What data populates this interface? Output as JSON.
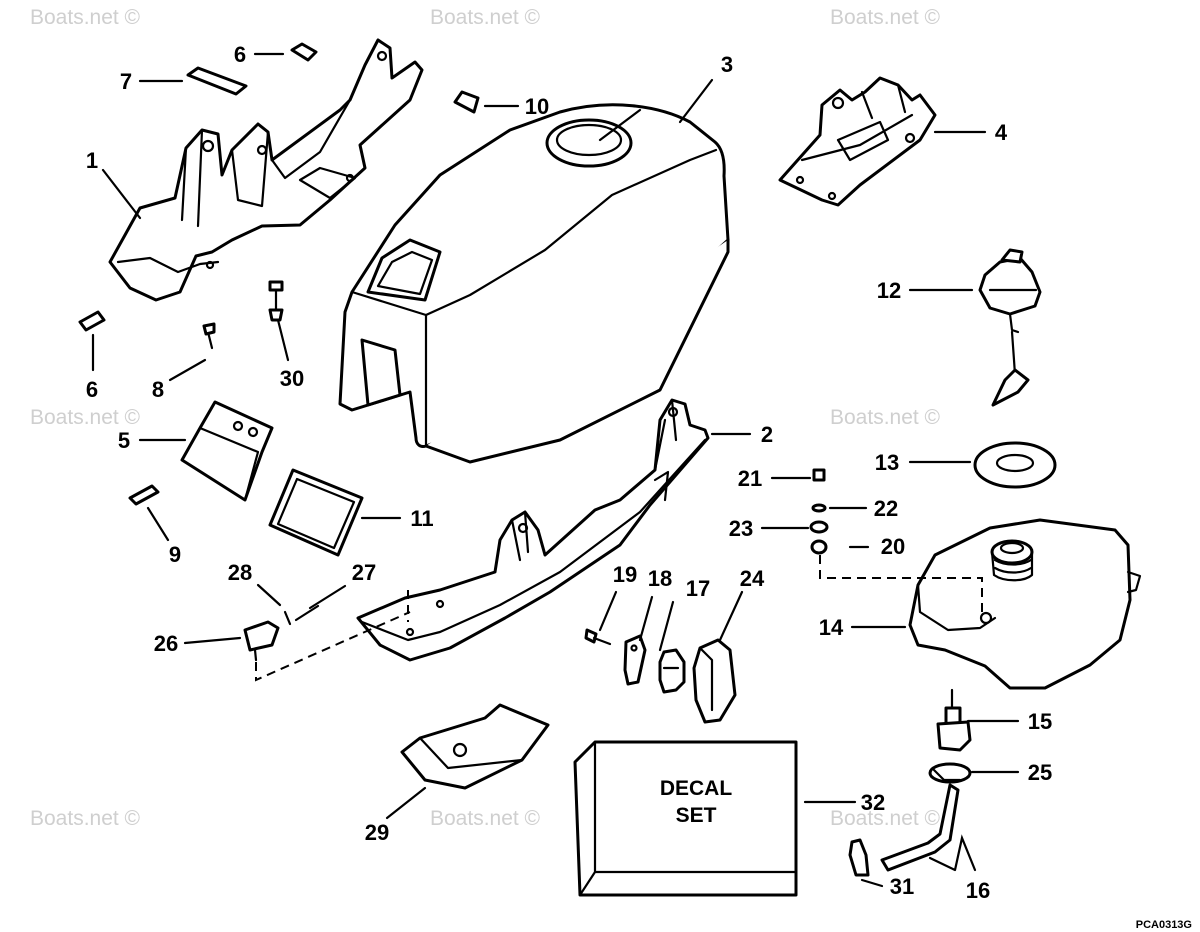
{
  "diagram": {
    "watermark": "Boats.net ©",
    "drawing_code": "PCA0313G",
    "decal_box": {
      "line1": "DECAL",
      "line2": "SET"
    },
    "callouts": [
      "1",
      "2",
      "3",
      "4",
      "5",
      "6",
      "6",
      "7",
      "8",
      "9",
      "10",
      "11",
      "12",
      "13",
      "14",
      "15",
      "16",
      "17",
      "18",
      "19",
      "20",
      "21",
      "22",
      "23",
      "24",
      "25",
      "26",
      "27",
      "28",
      "29",
      "30",
      "31",
      "32"
    ]
  }
}
